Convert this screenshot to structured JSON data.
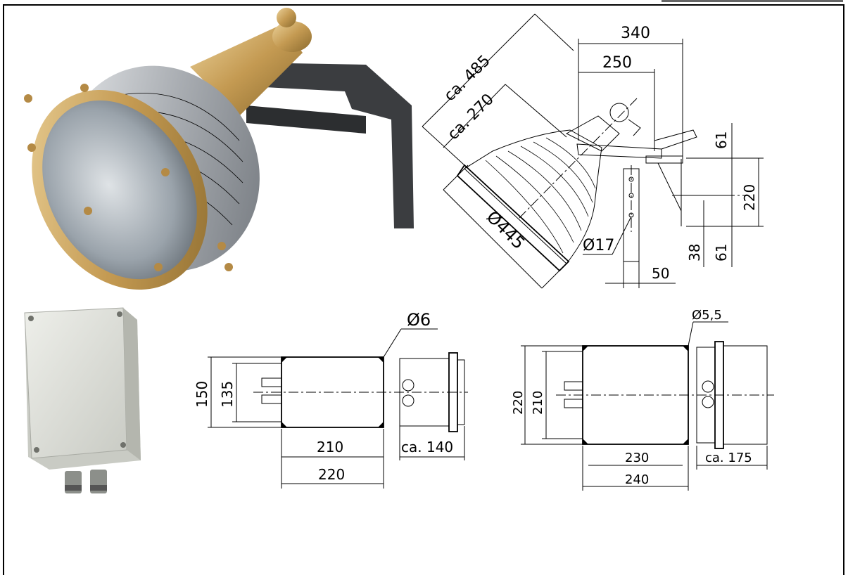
{
  "lamp_drawing": {
    "dim_overall_length": "ca. 485",
    "dim_shade_length": "ca. 270",
    "dim_shade_diameter": "Ø445",
    "dim_width_total": "340",
    "dim_width_to_bracket": "250",
    "dim_hole_diameter": "Ø17",
    "dim_bracket_plate": "220",
    "dim_upper_offset": "61",
    "dim_lower_offset": "61",
    "dim_slot": "38",
    "dim_bracket_depth": "50"
  },
  "small_box_drawing": {
    "dim_hole": "Ø6",
    "dim_height_outer": "150",
    "dim_height_inner": "135",
    "dim_width_inner": "210",
    "dim_width_outer": "220",
    "dim_depth": "ca. 140"
  },
  "large_box_drawing": {
    "dim_hole": "Ø5,5",
    "dim_height_outer": "220",
    "dim_height_inner": "210",
    "dim_width_inner": "230",
    "dim_width_outer": "240",
    "dim_depth": "ca. 175"
  },
  "colors": {
    "brass": "#c9a25a",
    "steel": "#b9bcbf",
    "bracket": "#3b3d40",
    "box": "#dfe0db"
  },
  "icons": [
    "floodlight-photo",
    "junction-box-photo"
  ]
}
